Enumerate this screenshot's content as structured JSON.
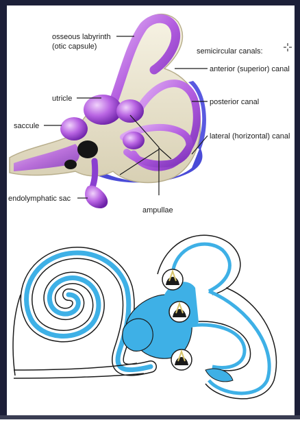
{
  "labels": {
    "osseous_1": "osseous labyrinth",
    "osseous_2": "(otic capsule)",
    "semicircular": "semicircular canals:",
    "anterior": "anterior (superior) canal",
    "utricle": "utricle",
    "posterior": "posterior canal",
    "saccule": "saccule",
    "lateral": "lateral (horizontal) canal",
    "endolymphatic": "endolymphatic sac",
    "ampullae": "ampullae"
  },
  "colors": {
    "frame": "#1c1f38",
    "bone": "#efe9d4",
    "membrane": "#a855d8",
    "membrane_light": "#d9a6ef",
    "shadow": "#2a2bd0",
    "perilymph_blue": "#3eb0e6"
  },
  "icons": [
    "cursor-crosshair-icon"
  ]
}
